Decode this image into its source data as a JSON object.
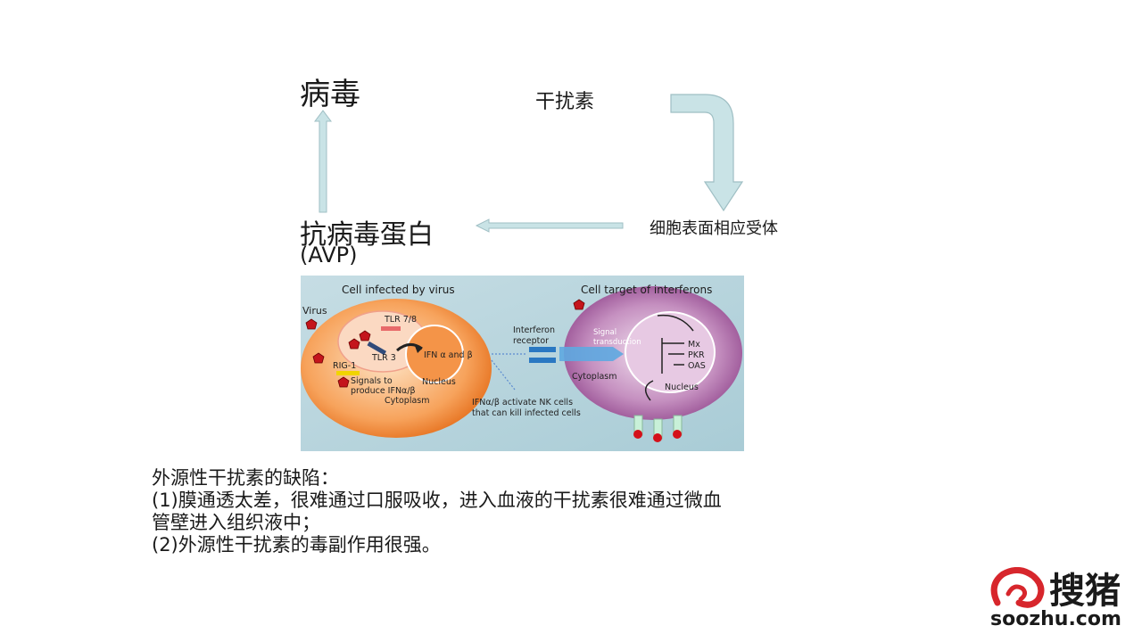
{
  "slide": {
    "virus_label": "病毒",
    "interferon_label": "干扰素",
    "avp_label": "抗病毒蛋白",
    "avp_abbr": "(AVP)",
    "receptor_label": "细胞表面相应受体"
  },
  "figure": {
    "left_title": "Cell infected by virus",
    "right_title": "Cell target of interferons",
    "virus": "Virus",
    "tlr78": "TLR 7/8",
    "tlr3": "TLR 3",
    "rig1": "RIG-1",
    "signals": "Signals to",
    "produce": "produce IFNα/β",
    "cytoplasm_left": "Cytoplasm",
    "ifn_ab": "IFN α and β",
    "nucleus_left": "Nucleus",
    "interferon_receptor_1": "Interferon",
    "interferon_receptor_2": "receptor",
    "nk1": "IFNα/β activate NK cells",
    "nk2": "that can kill infected cells",
    "signal1": "Signal",
    "signal2": "transduction",
    "cytoplasm_right": "Cytoplasm",
    "mx": "Mx",
    "pkr": "PKR",
    "oas": "OAS",
    "nucleus_right": "Nucleus"
  },
  "notes": {
    "line1": "外源性干扰素的缺陷：",
    "line2": "(1)膜通透太差，很难通过口服吸收，进入血液的干扰素很难通过微血",
    "line3": "管壁进入组织液中；",
    "line4": "(2)外源性干扰素的毒副作用很强。"
  },
  "logo": {
    "name": "搜猪",
    "url": "soozhu.com"
  },
  "colors": {
    "arrow": "#c9e3e6",
    "arrow_stroke": "#9fbfc4",
    "logo_red": "#d7262c"
  }
}
